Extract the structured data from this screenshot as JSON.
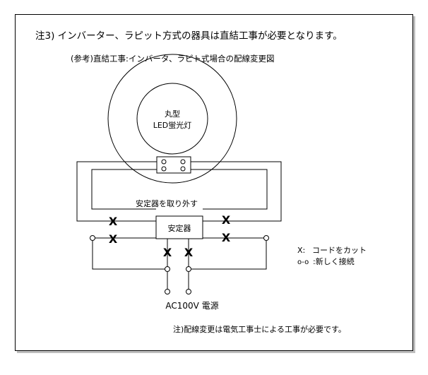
{
  "note_top": "注3) インバーター、ラピット方式の器具は直結工事が必要となります。",
  "subtitle": "(参考)直結工事:インバータ、ラピト式場合の配線変更図",
  "lamp": {
    "line1": "丸型",
    "line2": "LED蛍光灯"
  },
  "remove_ballast": "安定器を取り外す",
  "ballast": "安定器",
  "x_mark": "X",
  "legend": {
    "cut_symbol": "X:",
    "cut_label": "コードをカット",
    "connect_symbol": "o-o",
    "connect_label": ":新しく接続"
  },
  "power": "AC100V 電源",
  "bottom_note": "注)配線変更は電気工事士による工事が必要です。"
}
